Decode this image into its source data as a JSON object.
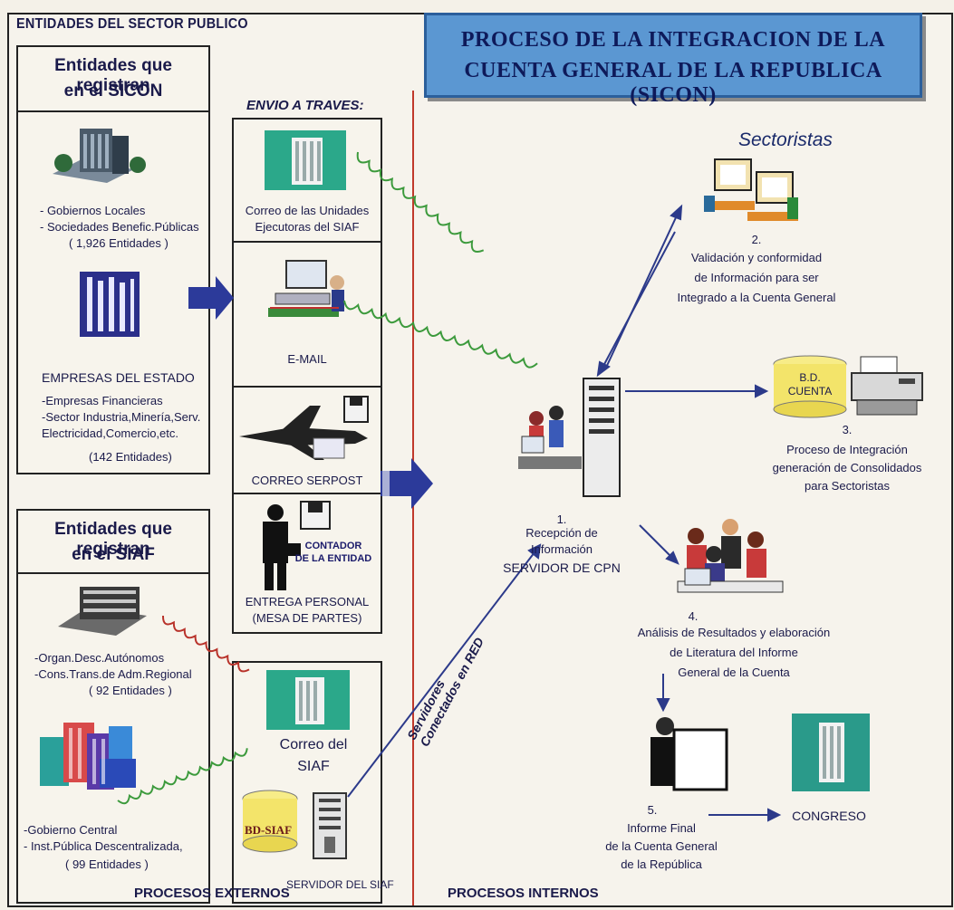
{
  "sector_title": "ENTIDADES DEL SECTOR PUBLICO",
  "banner": {
    "line1": "PROCESO DE LA INTEGRACION DE LA",
    "line2": "CUENTA GENERAL DE LA REPUBLICA (SICON)"
  },
  "sicon_box": {
    "title_line1": "Entidades que registran",
    "title_line2": "en el  SICON",
    "group1": [
      "- Gobiernos Locales",
      "- Sociedades Benefic.Públicas",
      "( 1,926 Entidades )"
    ],
    "group2_title": "EMPRESAS DEL ESTADO",
    "group2": [
      "-Empresas Financieras",
      "-Sector Industria,Minería,Serv.",
      "Electricidad,Comercio,etc.",
      "(142 Entidades)"
    ]
  },
  "siaf_box": {
    "title_line1": "Entidades que registran",
    "title_line2": "en el  SIAF",
    "group1": [
      "-Organ.Desc.Autónomos",
      "-Cons.Trans.de Adm.Regional",
      "( 92 Entidades )"
    ],
    "group2": [
      "-Gobierno Central",
      "- Inst.Pública Descentralizada,",
      "( 99 Entidades )"
    ]
  },
  "envio_label": "ENVIO  A TRAVES:",
  "channels": {
    "correo_ue": [
      "Correo de las Unidades",
      "Ejecutoras del SIAF"
    ],
    "email": "E-MAIL",
    "serpost": "CORREO SERPOST",
    "contador": [
      "CONTADOR",
      "DE LA ENTIDAD"
    ],
    "entrega": [
      "ENTREGA PERSONAL",
      "(MESA DE PARTES)"
    ],
    "correo_siaf": [
      "Correo del",
      "SIAF"
    ],
    "bd_siaf": "BD-SIAF",
    "servidor_siaf": "SERVIDOR DEL SIAF"
  },
  "network_label": [
    "Servidores",
    "Conectados en RED"
  ],
  "steps": {
    "s1": [
      "1.",
      "Recepción de",
      "Información",
      "SERVIDOR DE CPN"
    ],
    "s2": [
      "2.",
      "Validación y conformidad",
      "de Información para ser",
      "Integrado a la Cuenta General"
    ],
    "s3": [
      "3.",
      "Proceso de Integración",
      "generación de Consolidados",
      "para Sectoristas"
    ],
    "s4": [
      "4.",
      "Análisis de Resultados y elaboración",
      "de Literatura del Informe",
      "General de la Cuenta"
    ],
    "s5": [
      "5.",
      "Informe Final",
      "de la Cuenta General",
      "de la República"
    ]
  },
  "bd_cuenta": [
    "B.D.",
    "CUENTA"
  ],
  "sectoristas": "Sectoristas",
  "congreso": "CONGRESO",
  "footer": {
    "left": "PROCESOS EXTERNOS",
    "right": "PROCESOS INTERNOS"
  },
  "colors": {
    "banner_bg": "#5b97d2",
    "divider": "#c0392b",
    "arrow_blue": "#2c3a9a",
    "wave_green": "#3c9a3c",
    "wave_red": "#b8322a"
  }
}
